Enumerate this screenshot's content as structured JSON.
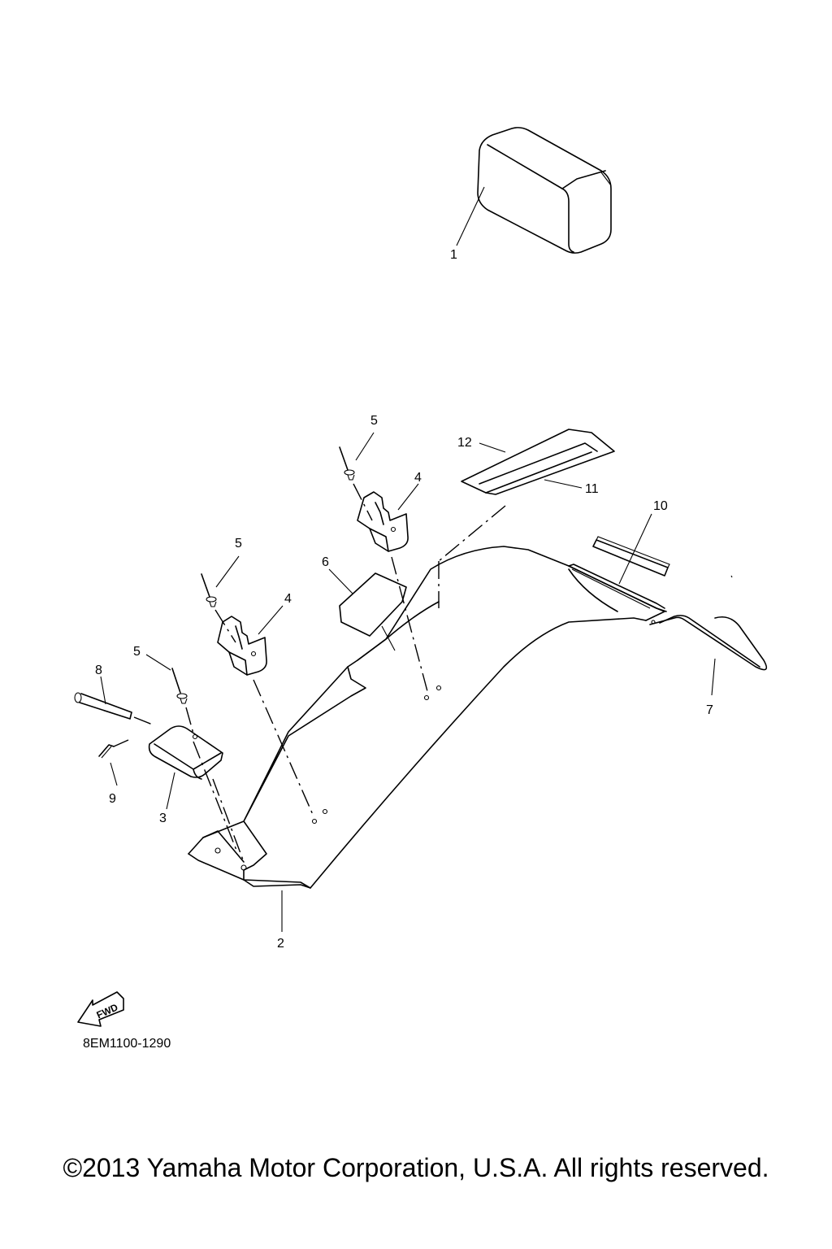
{
  "callouts": [
    "1",
    "2",
    "3",
    "4",
    "4",
    "5",
    "5",
    "5",
    "6",
    "7",
    "8",
    "9",
    "10",
    "11",
    "12"
  ],
  "fwd_label": "FWD",
  "part_number": "8EM1100-1290",
  "copyright": "©2013 Yamaha Motor Corporation, U.S.A. All rights reserved."
}
